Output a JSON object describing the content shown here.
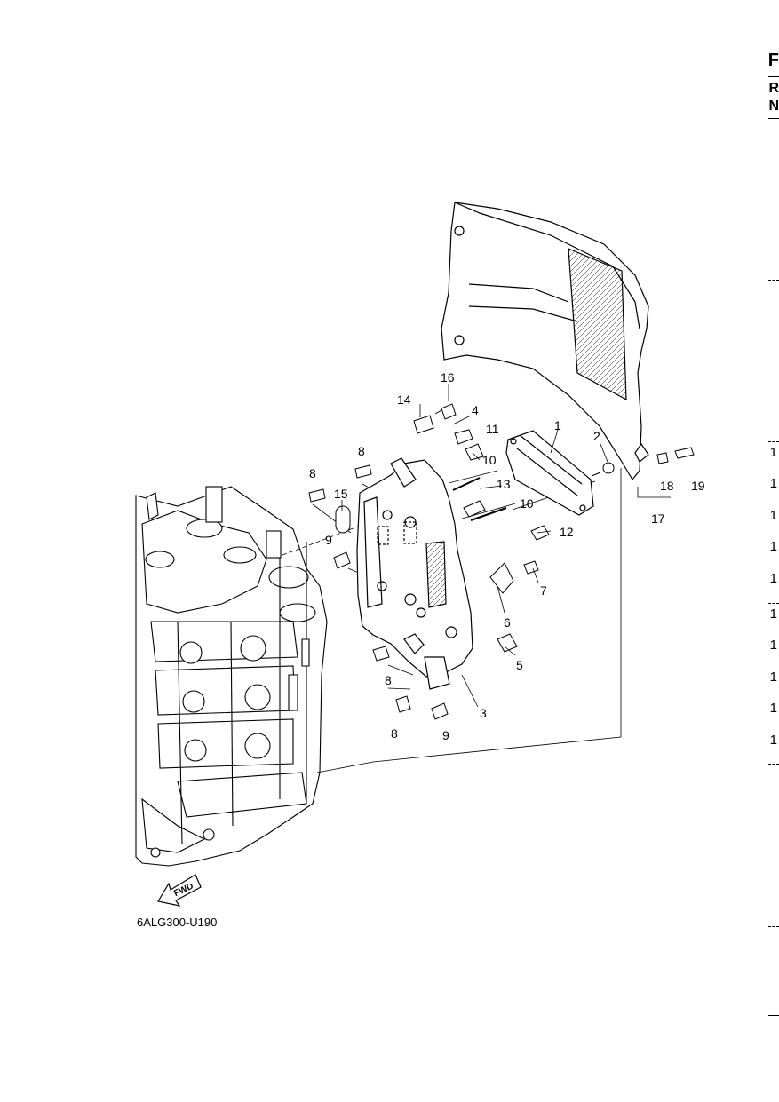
{
  "diagram": {
    "code": "6ALG300-U190",
    "fwd_label": "FWD",
    "callouts": [
      "1",
      "2",
      "3",
      "4",
      "5",
      "6",
      "7",
      "8",
      "8",
      "8",
      "8",
      "9",
      "9",
      "10",
      "10",
      "11",
      "12",
      "13",
      "14",
      "15",
      "16",
      "17",
      "18",
      "19"
    ]
  },
  "right_edge": {
    "letters": [
      "F",
      "R",
      "N"
    ],
    "fragments": [
      "1",
      "1",
      "1",
      "1",
      "1",
      "1",
      "1",
      "1",
      "1",
      "1"
    ]
  }
}
